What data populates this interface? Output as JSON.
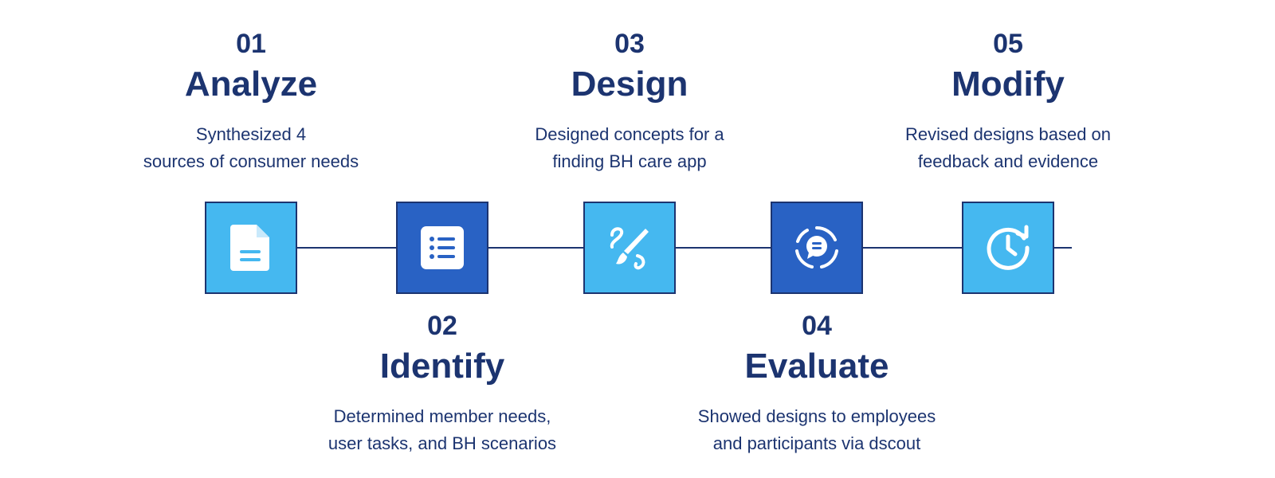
{
  "steps": [
    {
      "number": "01",
      "title": "Analyze",
      "description": "Synthesized 4\nsources of consumer needs",
      "icon": "document-icon",
      "box_color": "#45b8f0"
    },
    {
      "number": "02",
      "title": "Identify",
      "description": "Determined member needs,\nuser tasks, and BH scenarios",
      "icon": "list-icon",
      "box_color": "#2962c4"
    },
    {
      "number": "03",
      "title": "Design",
      "description": "Designed concepts for a\nfinding BH care app",
      "icon": "brush-pen-icon",
      "box_color": "#45b8f0"
    },
    {
      "number": "04",
      "title": "Evaluate",
      "description": "Showed designs to employees\nand participants via dscout",
      "icon": "chat-cycle-icon",
      "box_color": "#2962c4"
    },
    {
      "number": "05",
      "title": "Modify",
      "description": "Revised designs based on\nfeedback and evidence",
      "icon": "clock-refresh-icon",
      "box_color": "#45b8f0"
    }
  ],
  "colors": {
    "text": "#1c3470",
    "connector": "#1c3470",
    "light_box": "#45b8f0",
    "dark_box": "#2962c4"
  }
}
